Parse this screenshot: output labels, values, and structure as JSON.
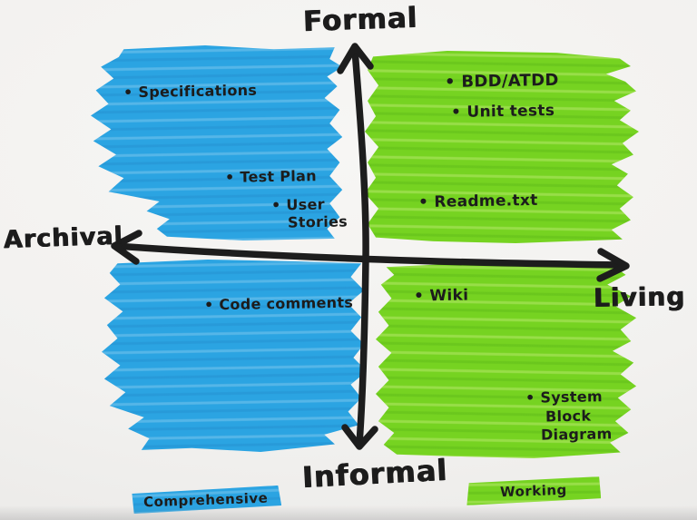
{
  "axes": {
    "top": "Formal",
    "bottom": "Informal",
    "left": "Archival",
    "right": "Living"
  },
  "quadrants": {
    "top_left": {
      "color": "#2ba4e2",
      "items": {
        "specifications": "• Specifications",
        "test_plan": "• Test Plan",
        "user_stories_line1": "• User",
        "user_stories_line2": "Stories"
      }
    },
    "top_right": {
      "color": "#76d321",
      "items": {
        "bdd_atdd": "• BDD/ATDD",
        "unit_tests": "• Unit tests",
        "readme": "• Readme.txt"
      }
    },
    "bottom_left": {
      "color": "#2ba4e2",
      "items": {
        "code_comments": "• Code comments"
      }
    },
    "bottom_right": {
      "color": "#76d321",
      "items": {
        "wiki": "• Wiki",
        "system_line1": "• System",
        "system_line2": "Block",
        "system_line3": "Diagram"
      }
    }
  },
  "legend": {
    "comprehensive": {
      "label": "Comprehensive",
      "color": "#2ba4e2"
    },
    "working": {
      "label": "Working",
      "color": "#76d321"
    }
  },
  "colors": {
    "ink": "#1c1c1c",
    "blue_marker": "#2ba4e2",
    "green_marker": "#76d321",
    "paper": "#f2f1ef"
  }
}
